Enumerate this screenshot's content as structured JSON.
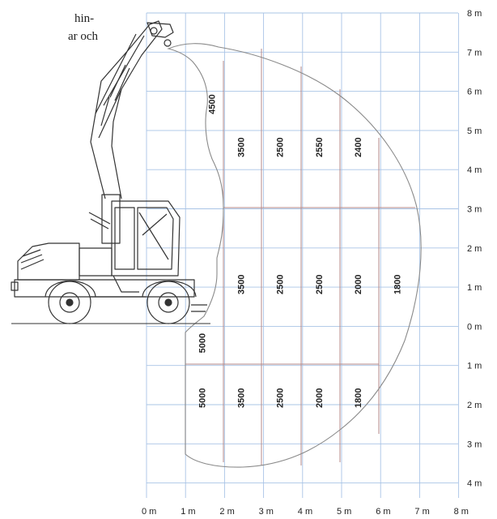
{
  "caption_fragments": [
    "hin-",
    "ar och"
  ],
  "x_axis_labels": [
    "0 m",
    "1 m",
    "2 m",
    "3 m",
    "4 m",
    "5 m",
    "6 m",
    "7 m",
    "8 m"
  ],
  "y_axis_labels": [
    "8 m",
    "7 m",
    "6 m",
    "5 m",
    "4 m",
    "3 m",
    "2 m",
    "1 m",
    "0 m",
    "1 m",
    "2 m",
    "3 m",
    "4 m"
  ],
  "colors": {
    "grid": "#a9c4e6",
    "envelope": "#8a8a8a",
    "zone_lines": "#b58a8a",
    "machine": "#333333",
    "text": "#222222"
  },
  "load_zones": [
    {
      "value": "4500",
      "x_m": 1.75,
      "y_m": 5.6
    },
    {
      "value": "3500",
      "x_m": 2.5,
      "y_m": 4.5
    },
    {
      "value": "2500",
      "x_m": 3.5,
      "y_m": 4.5
    },
    {
      "value": "2550",
      "x_m": 4.5,
      "y_m": 4.5
    },
    {
      "value": "2400",
      "x_m": 5.5,
      "y_m": 4.5
    },
    {
      "value": "3500",
      "x_m": 2.5,
      "y_m": 1.0
    },
    {
      "value": "2500",
      "x_m": 3.5,
      "y_m": 1.0
    },
    {
      "value": "2500",
      "x_m": 4.5,
      "y_m": 1.0
    },
    {
      "value": "2000",
      "x_m": 5.5,
      "y_m": 1.0
    },
    {
      "value": "1800",
      "x_m": 6.5,
      "y_m": 1.0
    },
    {
      "value": "5000",
      "x_m": 1.5,
      "y_m": -0.5
    },
    {
      "value": "5000",
      "x_m": 1.5,
      "y_m": -1.9
    },
    {
      "value": "3500",
      "x_m": 2.5,
      "y_m": -1.9
    },
    {
      "value": "2500",
      "x_m": 3.5,
      "y_m": -1.9
    },
    {
      "value": "2000",
      "x_m": 4.5,
      "y_m": -1.9
    },
    {
      "value": "1800",
      "x_m": 5.5,
      "y_m": -1.9
    }
  ]
}
